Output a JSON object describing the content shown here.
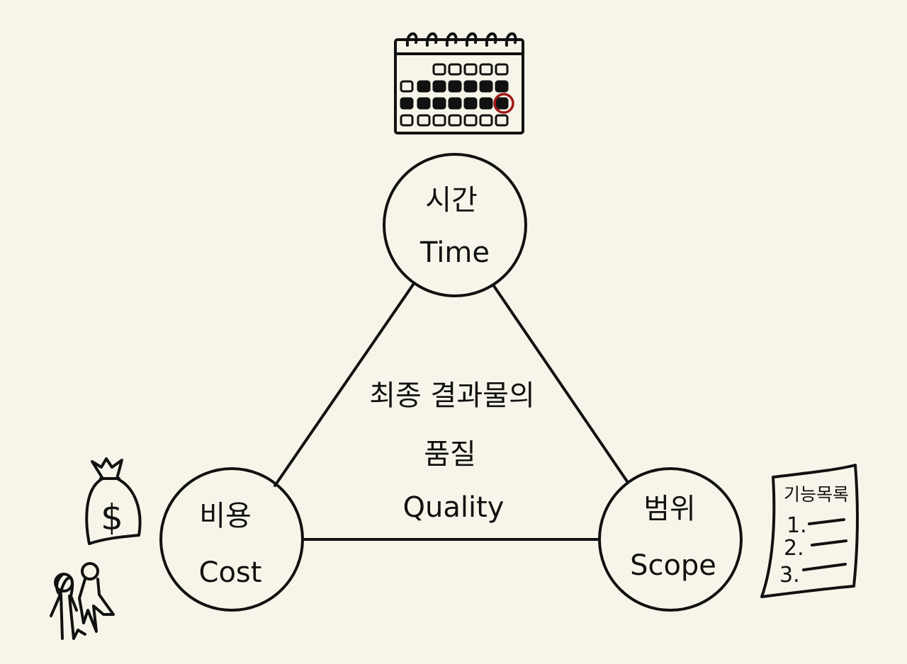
{
  "time": {
    "korean": "시간",
    "english": "Time"
  },
  "cost": {
    "korean": "비용",
    "english": "Cost"
  },
  "scope": {
    "korean": "범위",
    "english": "Scope"
  },
  "quality": {
    "line1": "최종 결과물의",
    "line2": "품질",
    "english": "Quality"
  },
  "feature_list": {
    "title": "기능목록",
    "items": [
      "1.",
      "2.",
      "3."
    ]
  },
  "money_symbol": "$",
  "colors": {
    "background": "#f7f5e9",
    "ink": "#111111",
    "highlight": "#a01818"
  }
}
